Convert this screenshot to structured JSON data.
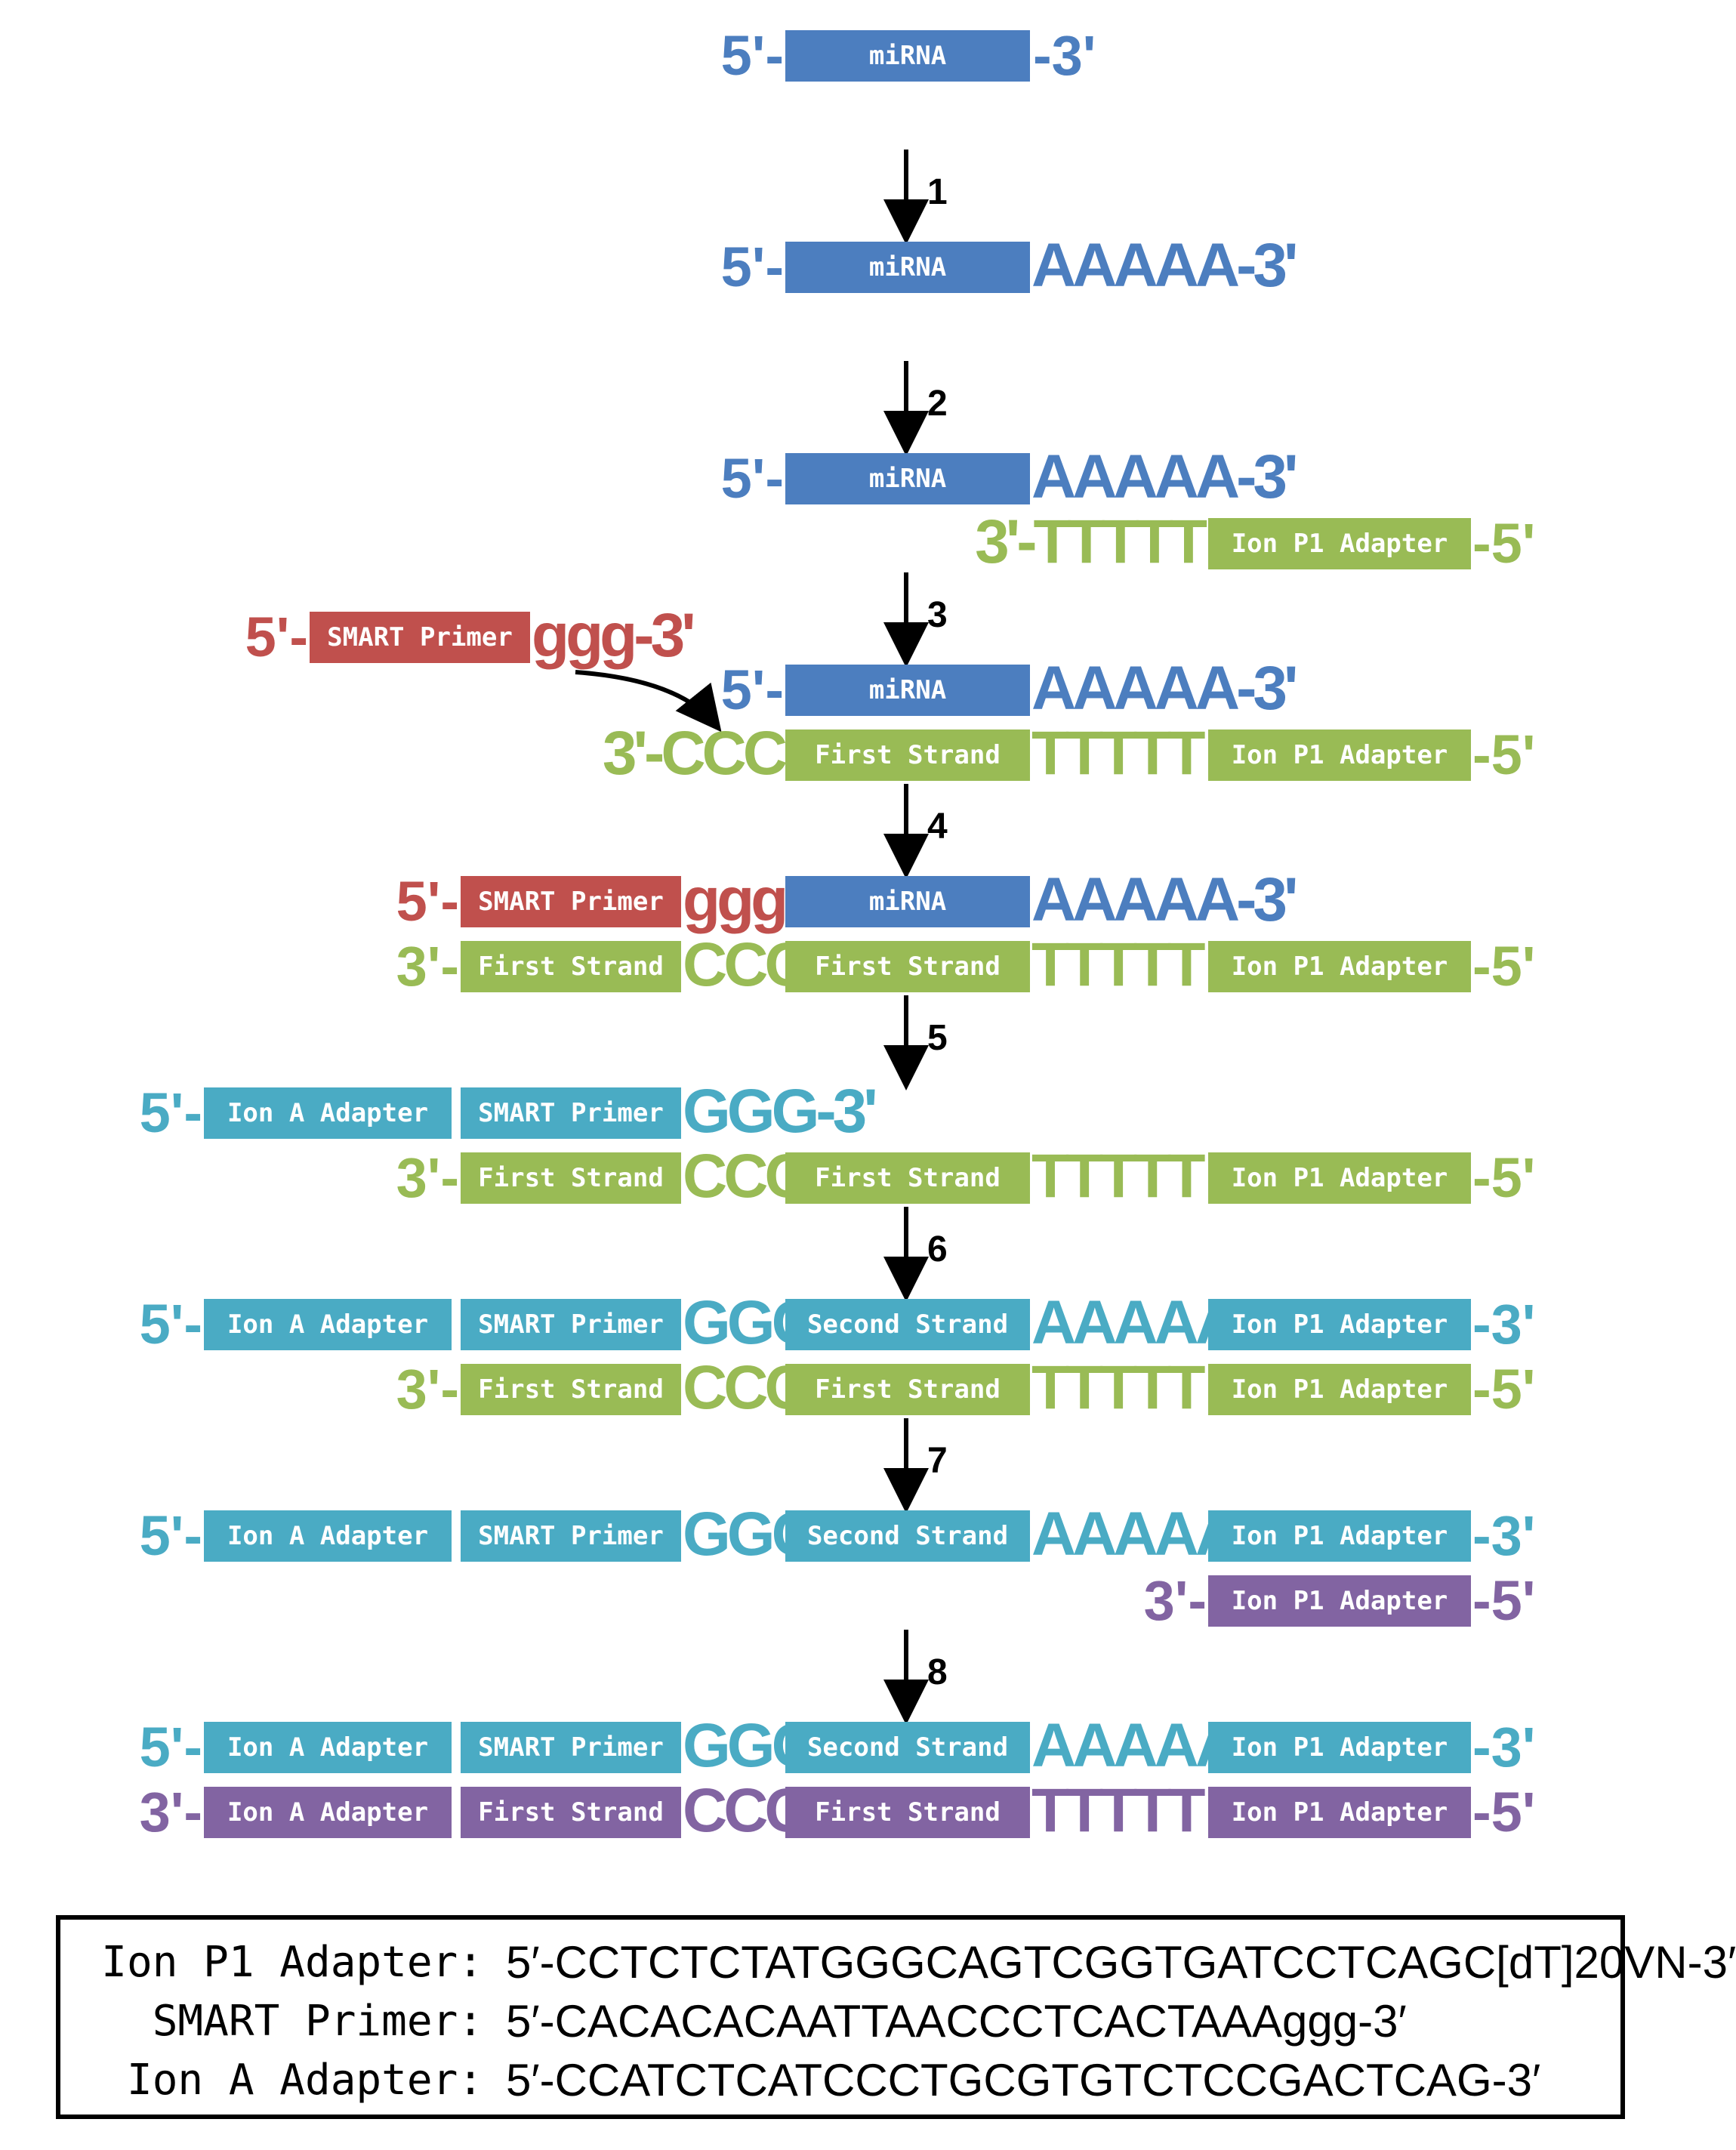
{
  "steps": [
    "1",
    "2",
    "3",
    "4",
    "5",
    "6",
    "7",
    "8"
  ],
  "labels": {
    "five_prime": "5'-",
    "three_prime_end": "-3'",
    "three_prime": "3'-",
    "five_prime_end": "-5'",
    "polyA": "AAAAA",
    "polyA_3": "AAAAA-3'",
    "polyT": "TTTTT",
    "polyT_3": "3'-TTTTT",
    "ggg_3": "ggg-3'",
    "ggg": "ggg",
    "GGG_3": "GGG-3'",
    "GGG": "GGG",
    "CCC": "CCC",
    "CCC_3": "3'-CCC"
  },
  "segments": {
    "mirna": "miRNA",
    "ion_p1_adapter": "Ion P1 Adapter",
    "smart_primer": "SMART Primer",
    "first_strand": "First Strand",
    "ion_a_adapter": "Ion A Adapter",
    "second_strand": "Second Strand"
  },
  "colors": {
    "mirna": "#4c7ebf",
    "first_strand": "#99bb55",
    "smart_primer": "#c0504d",
    "second_strand": "#4aabc4",
    "final_strand": "#8264a2"
  },
  "legend": [
    {
      "label": "Ion P1 Adapter:",
      "sequence": "5′-CCTCTCTATGGGCAGTCGGTGATCCTCAGC[dT]20VN-3′"
    },
    {
      "label": "SMART Primer:",
      "sequence": "5′-CACACACAATTAACCCTCACTAAAggg-3′"
    },
    {
      "label": "Ion A Adapter:",
      "sequence": "5′-CCATCTCATCCCTGCGTGTCTCCGACTCAG-3′"
    }
  ]
}
